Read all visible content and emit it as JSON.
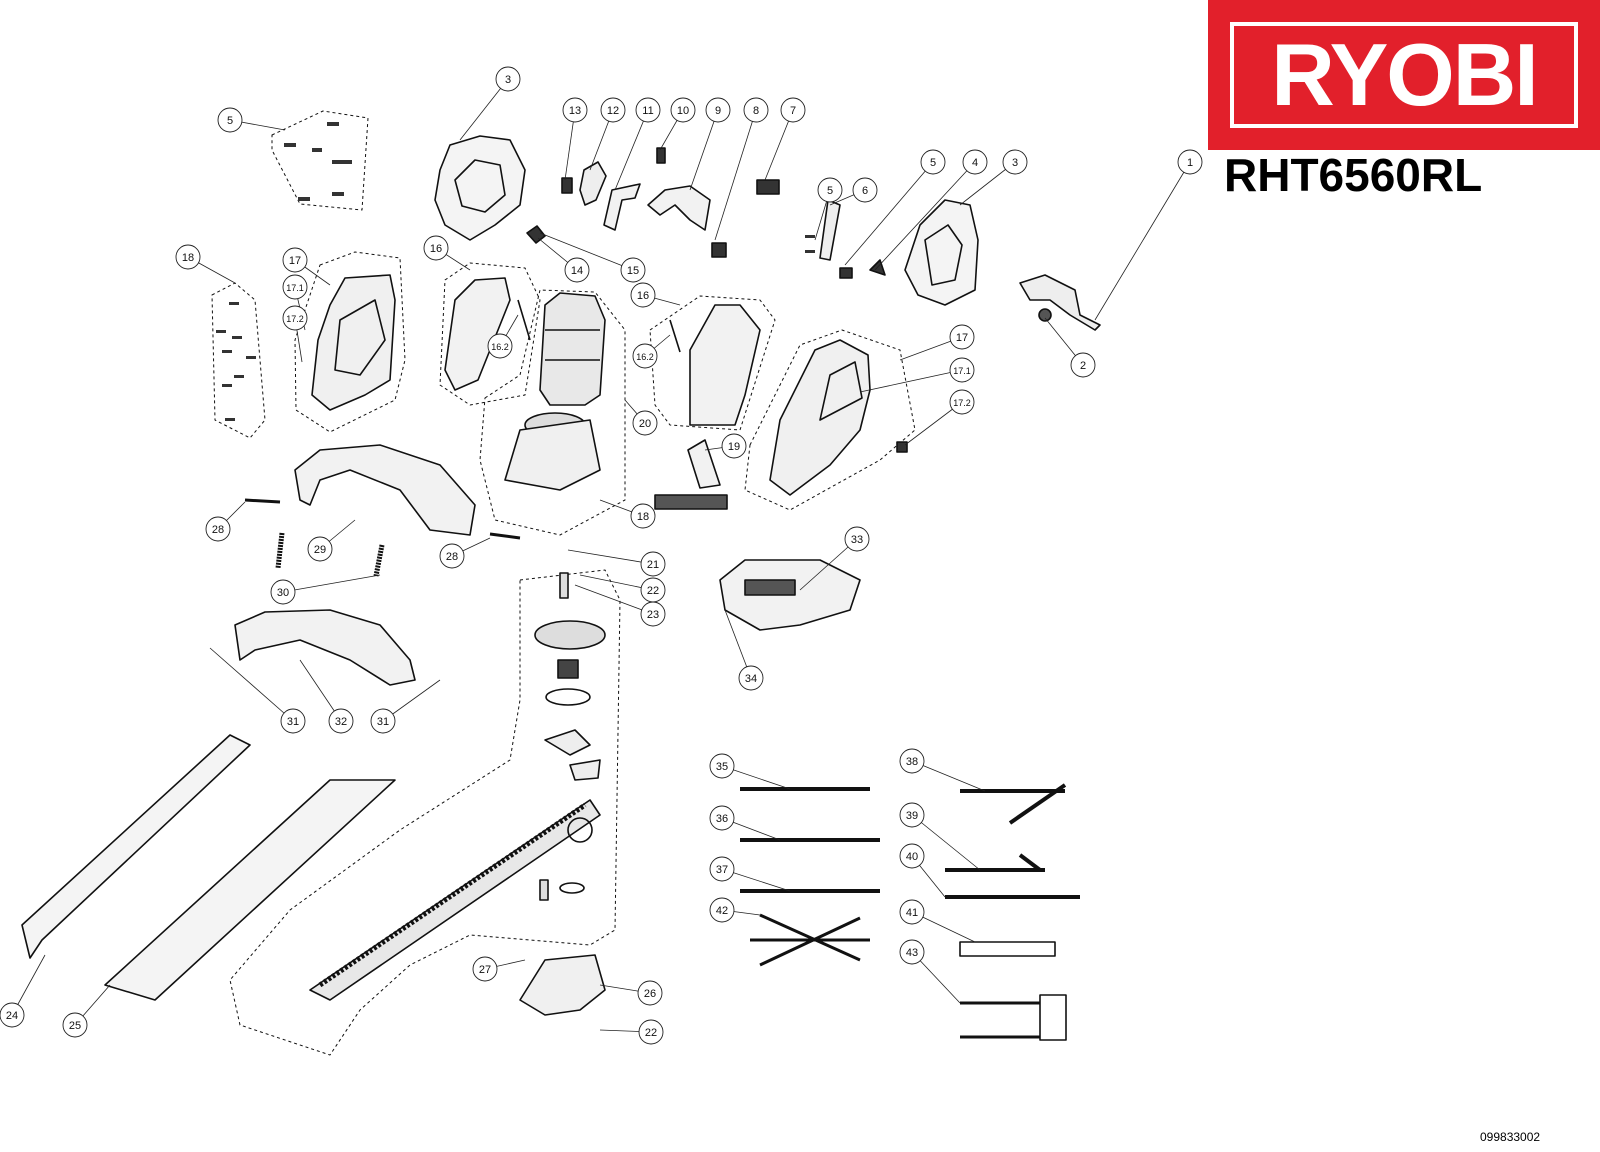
{
  "brand": {
    "logo_text": "RYOBI",
    "model": "RHT6560RL",
    "doc_number": "099833002",
    "brand_color": "#e2202b"
  },
  "callouts": [
    {
      "id": "1",
      "label": "1"
    },
    {
      "id": "2",
      "label": "2"
    },
    {
      "id": "3a",
      "label": "3"
    },
    {
      "id": "3b",
      "label": "3"
    },
    {
      "id": "4",
      "label": "4"
    },
    {
      "id": "5a",
      "label": "5"
    },
    {
      "id": "5b",
      "label": "5"
    },
    {
      "id": "5c",
      "label": "5"
    },
    {
      "id": "6",
      "label": "6"
    },
    {
      "id": "7",
      "label": "7"
    },
    {
      "id": "8",
      "label": "8"
    },
    {
      "id": "9",
      "label": "9"
    },
    {
      "id": "10",
      "label": "10"
    },
    {
      "id": "11",
      "label": "11"
    },
    {
      "id": "12",
      "label": "12"
    },
    {
      "id": "13",
      "label": "13"
    },
    {
      "id": "14",
      "label": "14"
    },
    {
      "id": "15",
      "label": "15"
    },
    {
      "id": "16a",
      "label": "16"
    },
    {
      "id": "16b",
      "label": "16"
    },
    {
      "id": "16.2a",
      "label": "16.2"
    },
    {
      "id": "16.2b",
      "label": "16.2"
    },
    {
      "id": "17a",
      "label": "17"
    },
    {
      "id": "17b",
      "label": "17"
    },
    {
      "id": "17.1a",
      "label": "17.1"
    },
    {
      "id": "17.1b",
      "label": "17.1"
    },
    {
      "id": "17.2a",
      "label": "17.2"
    },
    {
      "id": "17.2b",
      "label": "17.2"
    },
    {
      "id": "18a",
      "label": "18"
    },
    {
      "id": "18b",
      "label": "18"
    },
    {
      "id": "19",
      "label": "19"
    },
    {
      "id": "20",
      "label": "20"
    },
    {
      "id": "21",
      "label": "21"
    },
    {
      "id": "22a",
      "label": "22"
    },
    {
      "id": "22b",
      "label": "22"
    },
    {
      "id": "23",
      "label": "23"
    },
    {
      "id": "24",
      "label": "24"
    },
    {
      "id": "25",
      "label": "25"
    },
    {
      "id": "26",
      "label": "26"
    },
    {
      "id": "27",
      "label": "27"
    },
    {
      "id": "28a",
      "label": "28"
    },
    {
      "id": "28b",
      "label": "28"
    },
    {
      "id": "29",
      "label": "29"
    },
    {
      "id": "30",
      "label": "30"
    },
    {
      "id": "31a",
      "label": "31"
    },
    {
      "id": "31b",
      "label": "31"
    },
    {
      "id": "32",
      "label": "32"
    },
    {
      "id": "33",
      "label": "33"
    },
    {
      "id": "34",
      "label": "34"
    },
    {
      "id": "35",
      "label": "35"
    },
    {
      "id": "36",
      "label": "36"
    },
    {
      "id": "37",
      "label": "37"
    },
    {
      "id": "38",
      "label": "38"
    },
    {
      "id": "39",
      "label": "39"
    },
    {
      "id": "40",
      "label": "40"
    },
    {
      "id": "41",
      "label": "41"
    },
    {
      "id": "42",
      "label": "42"
    },
    {
      "id": "43",
      "label": "43"
    }
  ]
}
